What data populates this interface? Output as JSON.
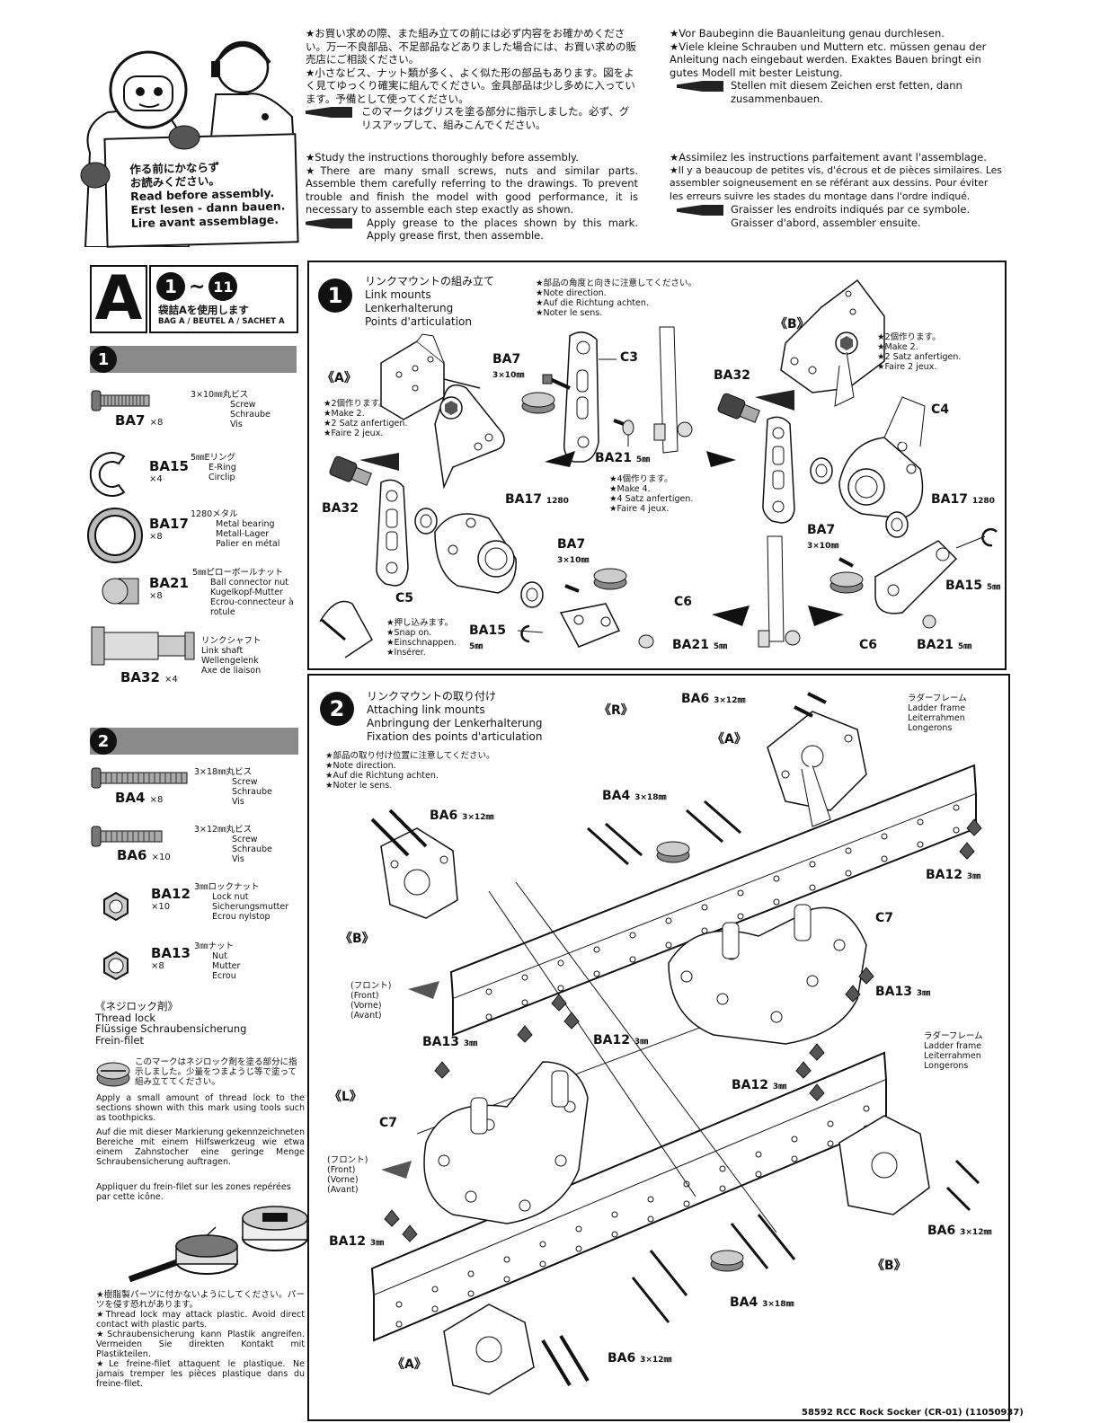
{
  "header": {
    "sign": {
      "ja1": "作る前にかならず",
      "ja2": "お読みください。",
      "en": "Read before assembly.",
      "de": "Erst lesen - dann bauen.",
      "fr": "Lire avant assemblage."
    },
    "jp": [
      "★お買い求めの際、また組み立ての前には必ず内容をお確かめください。万一不良部品、不足部品などありました場合には、お買い求めの販売店にご相談ください。",
      "★小さなビス、ナット類が多く、よく似た形の部品もあります。図をよく見てゆっくり確実に組んでください。金具部品は少し多めに入っています。予備として使ってください。",
      "このマークはグリスを塗る部分に指示しました。必ず、グリスアップして、組みこんでください。"
    ],
    "en": [
      "★Study the instructions thoroughly before assembly.",
      "★There are many small screws, nuts and similar parts. Assemble them carefully referring to the drawings. To prevent trouble and finish the model with good performance, it is necessary to assemble each step exactly as shown.",
      "Apply grease to the places shown by this mark. Apply grease first, then assemble."
    ],
    "de": [
      "★Vor Baubeginn die Bauanleitung genau durchlesen.",
      "★Viele kleine Schrauben und Muttern etc. müssen genau der Anleitung nach eingebaut werden. Exaktes Bauen bringt ein gutes Modell mit bester Leistung.",
      "Stellen mit diesem Zeichen erst fetten, dann zusammenbauen."
    ],
    "fr": [
      "★Assimilez les instructions parfaitement avant l'assemblage.",
      "★Il y a beaucoup de petites vis, d'écrous et de pièces similaires. Les assembler soigneusement en se référant aux dessins. Pour éviter les erreurs suivre les stades du montage dans l'ordre indiqué.",
      "Graisser les endroits indiqués par ce symbole. Graisser d'abord, assembler ensuite."
    ]
  },
  "bag": {
    "letter": "A",
    "range_from": "1",
    "tilde": "~",
    "range_to": "11",
    "ja": "袋詰Aを使用します",
    "langs": "BAG A / BEUTEL A / SACHET A"
  },
  "parts_step1": {
    "num": "1",
    "items": [
      {
        "code": "BA7",
        "qty": "×8",
        "ja": "3×10㎜丸ビス",
        "l1": "Screw",
        "l2": "Schraube",
        "l3": "Vis"
      },
      {
        "code": "BA15",
        "qty": "×4",
        "ja": "5㎜Eリング",
        "l1": "E-Ring",
        "l2": "Circlip",
        "l3": ""
      },
      {
        "code": "BA17",
        "qty": "×8",
        "ja": "1280メタル",
        "l1": "Metal bearing",
        "l2": "Metall-Lager",
        "l3": "Palier en métal"
      },
      {
        "code": "BA21",
        "qty": "×8",
        "ja": "5㎜ピローボールナット",
        "l1": "Ball connector nut",
        "l2": "Kugelkopf-Mutter",
        "l3": "Ecrou-connecteur à rotule"
      },
      {
        "code": "BA32",
        "qty": "×4",
        "ja": "リンクシャフト",
        "l1": "Link shaft",
        "l2": "Wellengelenk",
        "l3": "Axe de liaison"
      }
    ]
  },
  "parts_step2": {
    "num": "2",
    "items": [
      {
        "code": "BA4",
        "qty": "×8",
        "ja": "3×18㎜丸ビス",
        "l1": "Screw",
        "l2": "Schraube",
        "l3": "Vis"
      },
      {
        "code": "BA6",
        "qty": "×10",
        "ja": "3×12㎜丸ビス",
        "l1": "Screw",
        "l2": "Schraube",
        "l3": "Vis"
      },
      {
        "code": "BA12",
        "qty": "×10",
        "ja": "3㎜ロックナット",
        "l1": "Lock nut",
        "l2": "Sicherungsmutter",
        "l3": "Ecrou nylstop"
      },
      {
        "code": "BA13",
        "qty": "×8",
        "ja": "3㎜ナット",
        "l1": "Nut",
        "l2": "Mutter",
        "l3": "Ecrou"
      }
    ]
  },
  "threadlock": {
    "ja_title": "《ネジロック剤》",
    "en": "Thread lock",
    "de": "Flüssige Schraubensicherung",
    "fr": "Frein-filet",
    "ja_desc": "このマークはネジロック剤を塗る部分に指示しました。少量をつまようじ等で塗って組み立ててください。",
    "en_desc": "Apply a small amount of thread lock to the sections shown with this mark using tools such as toothpicks.",
    "de_desc": "Auf die mit dieser Markierung gekennzeichneten Bereiche mit einem Hilfswerkzeug wie etwa einem Zahnstocher eine geringe Menge Schraubensicherung auftragen.",
    "fr_desc": "Appliquer du frein-filet sur les zones repérées par cette icône.",
    "warn_ja": "★樹脂製パーツに付かないようにしてください。パーツを侵す恐れがあります。",
    "warn_en": "★Thread lock may attack plastic. Avoid direct contact with plastic parts.",
    "warn_de": "★Schraubensicherung kann Plastik angreifen. Vermeiden Sie direkten Kontakt mit Plastikteilen.",
    "warn_fr": "★Le freine-filet attaquent le plastique. Ne jamais tremper les pièces plastique dans du freine-filet."
  },
  "step1": {
    "num": "1",
    "ja": "リンクマウントの組み立て",
    "en": "Link mounts",
    "de": "Lenkerhalterung",
    "fr": "Points d'articulation",
    "note": [
      "★部品の角度と向きに注意してください。",
      "★Note direction.",
      "★Auf die Richtung achten.",
      "★Noter le sens."
    ],
    "make2_a": [
      "★2個作ります。",
      "★Make 2.",
      "★2 Satz anfertigen.",
      "★Faire 2 jeux."
    ],
    "make2_b": [
      "★2個作ります。",
      "★Make 2.",
      "★2 Satz anfertigen.",
      "★Faire 2 jeux."
    ],
    "make4": [
      "★4個作ります。",
      "★Make 4.",
      "★4 Satz anfertigen.",
      "★Faire 4 jeux."
    ],
    "snap": [
      "★押し込みます。",
      "★Snap on.",
      "★Einschnappen.",
      "★Insérer."
    ],
    "labels": {
      "A": "《A》",
      "B": "《B》",
      "BA7": "BA7",
      "BA7size": "3×10㎜",
      "C3": "C3",
      "BA32": "BA32",
      "C4": "C4",
      "BA21": "BA21",
      "size5": "5㎜",
      "BA17": "BA17",
      "bs1280": "1280",
      "C5": "C5",
      "C6": "C6",
      "BA15": "BA15"
    }
  },
  "step2": {
    "num": "2",
    "ja": "リンクマウントの取り付け",
    "en": "Attaching link mounts",
    "de": "Anbringung der Lenkerhalterung",
    "fr": "Fixation des points d'articulation",
    "note": [
      "★部品の取り付け位置に注意してください。",
      "★Note direction.",
      "★Auf die Richtung achten.",
      "★Noter le sens."
    ],
    "ladder": [
      "ラダーフレーム",
      "Ladder frame",
      "Leiterrahmen",
      "Longerons"
    ],
    "front": [
      "(フロント)",
      "(Front)",
      "(Vorne)",
      "(Avant)"
    ],
    "labels": {
      "R": "《R》",
      "L": "《L》",
      "A": "《A》",
      "B": "《B》",
      "BA6": "BA6",
      "s12": "3×12㎜",
      "BA4": "BA4",
      "s18": "3×18㎜",
      "BA12": "BA12",
      "BA13": "BA13",
      "s3": "3㎜",
      "C7": "C7"
    }
  },
  "footer": "58592 RCC Rock Socker (CR-01) (11050937)"
}
